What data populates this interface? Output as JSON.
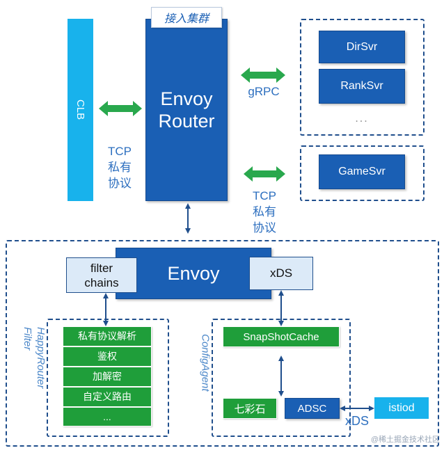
{
  "top": {
    "clb_label": "CLB",
    "cluster_tag": "接入集群",
    "envoy_router_line1": "Envoy",
    "envoy_router_line2": "Router",
    "tcp_left_line1": "TCP",
    "tcp_left_line2": "私有",
    "tcp_left_line3": "协议",
    "grpc_label": "gRPC",
    "tcp_right_line1": "TCP",
    "tcp_right_line2": "私有",
    "tcp_right_line3": "协议",
    "svc_dirsvr": "DirSvr",
    "svc_ranksvr": "RankSvr",
    "svc_ellipsis": "...",
    "svc_gamesvr": "GameSvr"
  },
  "bottom": {
    "envoy_label": "Envoy",
    "filter_chains_line1": "filter",
    "filter_chains_line2": "chains",
    "xds_box_label": "xDS",
    "happy_router_line1": "HappyRouter",
    "happy_router_line2": "Filter",
    "filter_items": [
      "私有协议解析",
      "鉴权",
      "加解密",
      "自定义路由",
      "..."
    ],
    "config_agent_label": "ConfigAgent",
    "snapshot_cache": "SnapShotCache",
    "qicaishi": "七彩石",
    "adsc": "ADSC",
    "istiod": "istiod",
    "xds_link_label": "xDS"
  },
  "watermark": "@稀土掘金技术社区",
  "colors": {
    "primary_blue": "#1a5fb4",
    "light_blue": "#dceaf8",
    "cyan": "#18b2ec",
    "green": "#1f9e3a",
    "green_arrow": "#29a84d",
    "dash_blue": "#1f4e8c"
  }
}
